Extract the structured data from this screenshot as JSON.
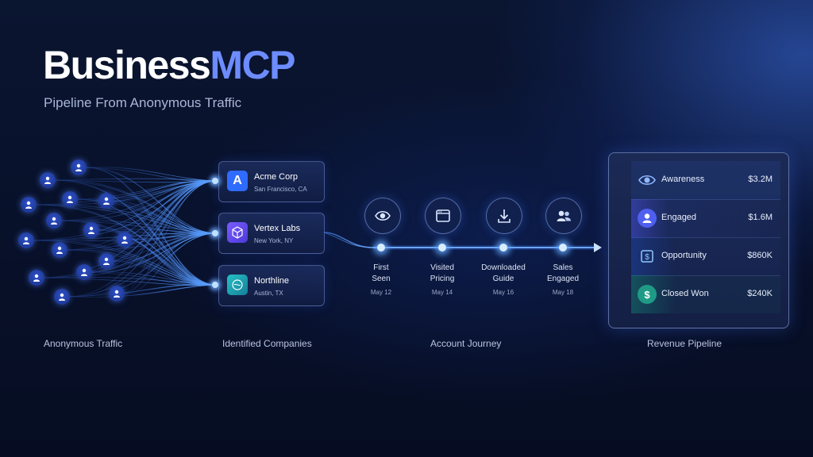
{
  "header": {
    "title_part1": "Business",
    "title_part2": "MCP",
    "subtitle": "Pipeline From Anonymous Traffic"
  },
  "companies": [
    {
      "name": "Acme Corp",
      "location": "San Francisco, CA",
      "logo_letter": "A",
      "logo_color": "#2f6bff"
    },
    {
      "name": "Vertex Labs",
      "location": "New York, NY",
      "logo_icon": "cube-icon",
      "logo_color": "#6a4cf0"
    },
    {
      "name": "Northline",
      "location": "Austin, TX",
      "logo_icon": "globe-icon",
      "logo_color": "#1fa7b0"
    }
  ],
  "journey": [
    {
      "label_line1": "First",
      "label_line2": "Seen",
      "date": "May 12",
      "icon": "eye-icon"
    },
    {
      "label_line1": "Visited",
      "label_line2": "Pricing",
      "date": "May 14",
      "icon": "browser-icon"
    },
    {
      "label_line1": "Downloaded",
      "label_line2": "Guide",
      "date": "May 16",
      "icon": "download-icon"
    },
    {
      "label_line1": "Sales",
      "label_line2": "Engaged",
      "date": "May 18",
      "icon": "users-icon"
    }
  ],
  "pipeline": [
    {
      "stage": "Awareness",
      "value": "$3.2M",
      "icon": "eye-icon"
    },
    {
      "stage": "Engaged",
      "value": "$1.6M",
      "icon": "user-icon"
    },
    {
      "stage": "Opportunity",
      "value": "$860K",
      "icon": "dollar-doc-icon"
    },
    {
      "stage": "Closed Won",
      "value": "$240K",
      "icon": "dollar-icon"
    }
  ],
  "sections": {
    "anonymous": "Anonymous Traffic",
    "companies": "Identified Companies",
    "journey": "Account Journey",
    "pipeline": "Revenue Pipeline"
  },
  "colors": {
    "accent": "#6d8cff",
    "background": "#081029",
    "glow": "#5aa0ff"
  }
}
